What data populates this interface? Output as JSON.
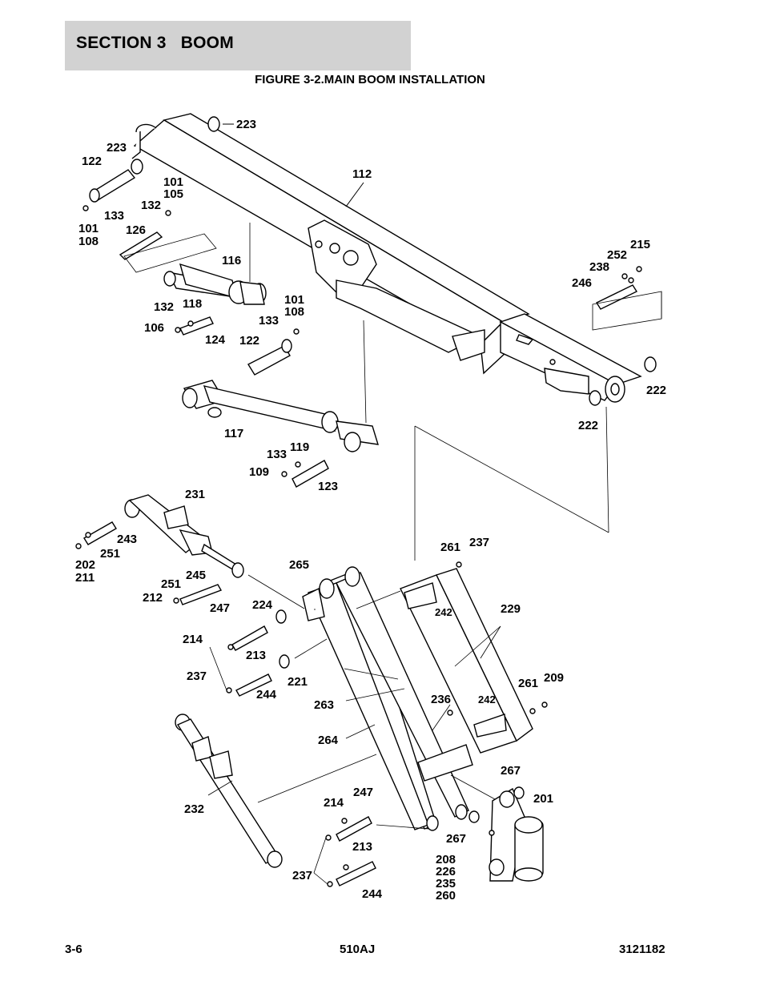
{
  "header": {
    "section_title": "SECTION 3   BOOM"
  },
  "figure": {
    "title": "FIGURE 3-2.MAIN BOOM INSTALLATION",
    "callouts": [
      {
        "id": "c223a",
        "text": "223"
      },
      {
        "id": "c223b",
        "text": "223"
      },
      {
        "id": "c122a",
        "text": "122"
      },
      {
        "id": "c101a",
        "text": "101"
      },
      {
        "id": "c105",
        "text": "105"
      },
      {
        "id": "c112",
        "text": "112"
      },
      {
        "id": "c132a",
        "text": "132"
      },
      {
        "id": "c133a",
        "text": "133"
      },
      {
        "id": "c101b",
        "text": "101"
      },
      {
        "id": "c108a",
        "text": "108"
      },
      {
        "id": "c126",
        "text": "126"
      },
      {
        "id": "c116",
        "text": "116"
      },
      {
        "id": "c215",
        "text": "215"
      },
      {
        "id": "c252",
        "text": "252"
      },
      {
        "id": "c238",
        "text": "238"
      },
      {
        "id": "c246",
        "text": "246"
      },
      {
        "id": "c132b",
        "text": "132"
      },
      {
        "id": "c118",
        "text": "118"
      },
      {
        "id": "c101c",
        "text": "101"
      },
      {
        "id": "c108b",
        "text": "108"
      },
      {
        "id": "c106",
        "text": "106"
      },
      {
        "id": "c133b",
        "text": "133"
      },
      {
        "id": "c124",
        "text": "124"
      },
      {
        "id": "c122b",
        "text": "122"
      },
      {
        "id": "c222a",
        "text": "222"
      },
      {
        "id": "c222b",
        "text": "222"
      },
      {
        "id": "c117",
        "text": "117"
      },
      {
        "id": "c133c",
        "text": "133"
      },
      {
        "id": "c119",
        "text": "119"
      },
      {
        "id": "c109",
        "text": "109"
      },
      {
        "id": "c123",
        "text": "123"
      },
      {
        "id": "c231",
        "text": "231"
      },
      {
        "id": "c243",
        "text": "243"
      },
      {
        "id": "c251a",
        "text": "251"
      },
      {
        "id": "c202",
        "text": "202"
      },
      {
        "id": "c211",
        "text": "211"
      },
      {
        "id": "c261a",
        "text": "261"
      },
      {
        "id": "c237a",
        "text": "237"
      },
      {
        "id": "c265",
        "text": "265"
      },
      {
        "id": "c251b",
        "text": "251"
      },
      {
        "id": "c245",
        "text": "245"
      },
      {
        "id": "c212",
        "text": "212"
      },
      {
        "id": "c224",
        "text": "224"
      },
      {
        "id": "c247a",
        "text": "247"
      },
      {
        "id": "c242a",
        "text": "242"
      },
      {
        "id": "c229",
        "text": "229"
      },
      {
        "id": "c214a",
        "text": "214"
      },
      {
        "id": "c213a",
        "text": "213"
      },
      {
        "id": "c237b",
        "text": "237"
      },
      {
        "id": "c221",
        "text": "221"
      },
      {
        "id": "c244a",
        "text": "244"
      },
      {
        "id": "c261b",
        "text": "261"
      },
      {
        "id": "c209",
        "text": "209"
      },
      {
        "id": "c263",
        "text": "263"
      },
      {
        "id": "c236",
        "text": "236"
      },
      {
        "id": "c242b",
        "text": "242"
      },
      {
        "id": "c264",
        "text": "264"
      },
      {
        "id": "c267a",
        "text": "267"
      },
      {
        "id": "c201",
        "text": "201"
      },
      {
        "id": "c232",
        "text": "232"
      },
      {
        "id": "c214b",
        "text": "214"
      },
      {
        "id": "c247b",
        "text": "247"
      },
      {
        "id": "c267b",
        "text": "267"
      },
      {
        "id": "c213b",
        "text": "213"
      },
      {
        "id": "c208",
        "text": "208"
      },
      {
        "id": "c226",
        "text": "226"
      },
      {
        "id": "c235",
        "text": "235"
      },
      {
        "id": "c260",
        "text": "260"
      },
      {
        "id": "c237c",
        "text": "237"
      },
      {
        "id": "c244b",
        "text": "244"
      }
    ]
  },
  "footer": {
    "page_number": "3-6",
    "model": "510AJ",
    "document_number": "3121182"
  }
}
